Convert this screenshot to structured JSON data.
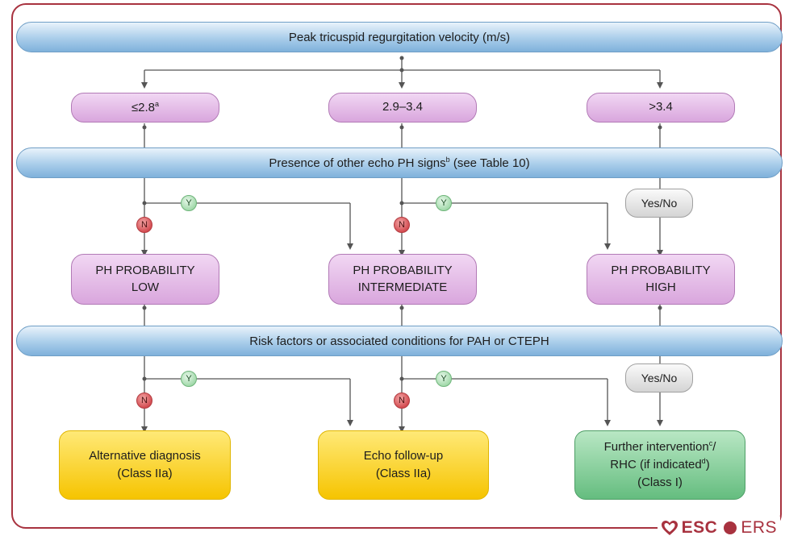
{
  "header_bar": "Peak tricuspid regurgitation velocity (m/s)",
  "velocity": {
    "low": "≤2.8",
    "low_sup": "a",
    "mid": "2.9–3.4",
    "high": ">3.4"
  },
  "echo_signs_bar": {
    "text_before": "Presence of other echo PH signs",
    "sup": "b",
    "text_after": " (see Table 10)"
  },
  "badges": {
    "no": "N",
    "yes": "Y",
    "yes_no": "Yes/No"
  },
  "probability": {
    "low": {
      "line1": "PH PROBABILITY",
      "line2": "LOW"
    },
    "intermediate": {
      "line1": "PH PROBABILITY",
      "line2": "INTERMEDIATE"
    },
    "high": {
      "line1": "PH PROBABILITY",
      "line2": "HIGH"
    }
  },
  "risk_bar": "Risk factors or associated conditions for PAH or CTEPH",
  "outcomes": {
    "alternative": {
      "line1": "Alternative diagnosis",
      "line2": "(Class IIa)"
    },
    "followup": {
      "line1": "Echo follow-up",
      "line2": "(Class IIa)"
    },
    "further": {
      "line1_text": "Further intervention",
      "line1_sup": "c",
      "line1_tail": "/",
      "line2_text": "RHC (if indicated",
      "line2_sup": "d",
      "line2_tail": ")",
      "line3": "(Class I)"
    }
  },
  "logo": {
    "esc": "ESC",
    "ers": "ERS"
  },
  "colors": {
    "frame": "#a8323f",
    "blue_bar": "#a9cdea",
    "purple": "#d9a6dd",
    "yellow": "#f6c400",
    "green": "#65bd7f"
  }
}
